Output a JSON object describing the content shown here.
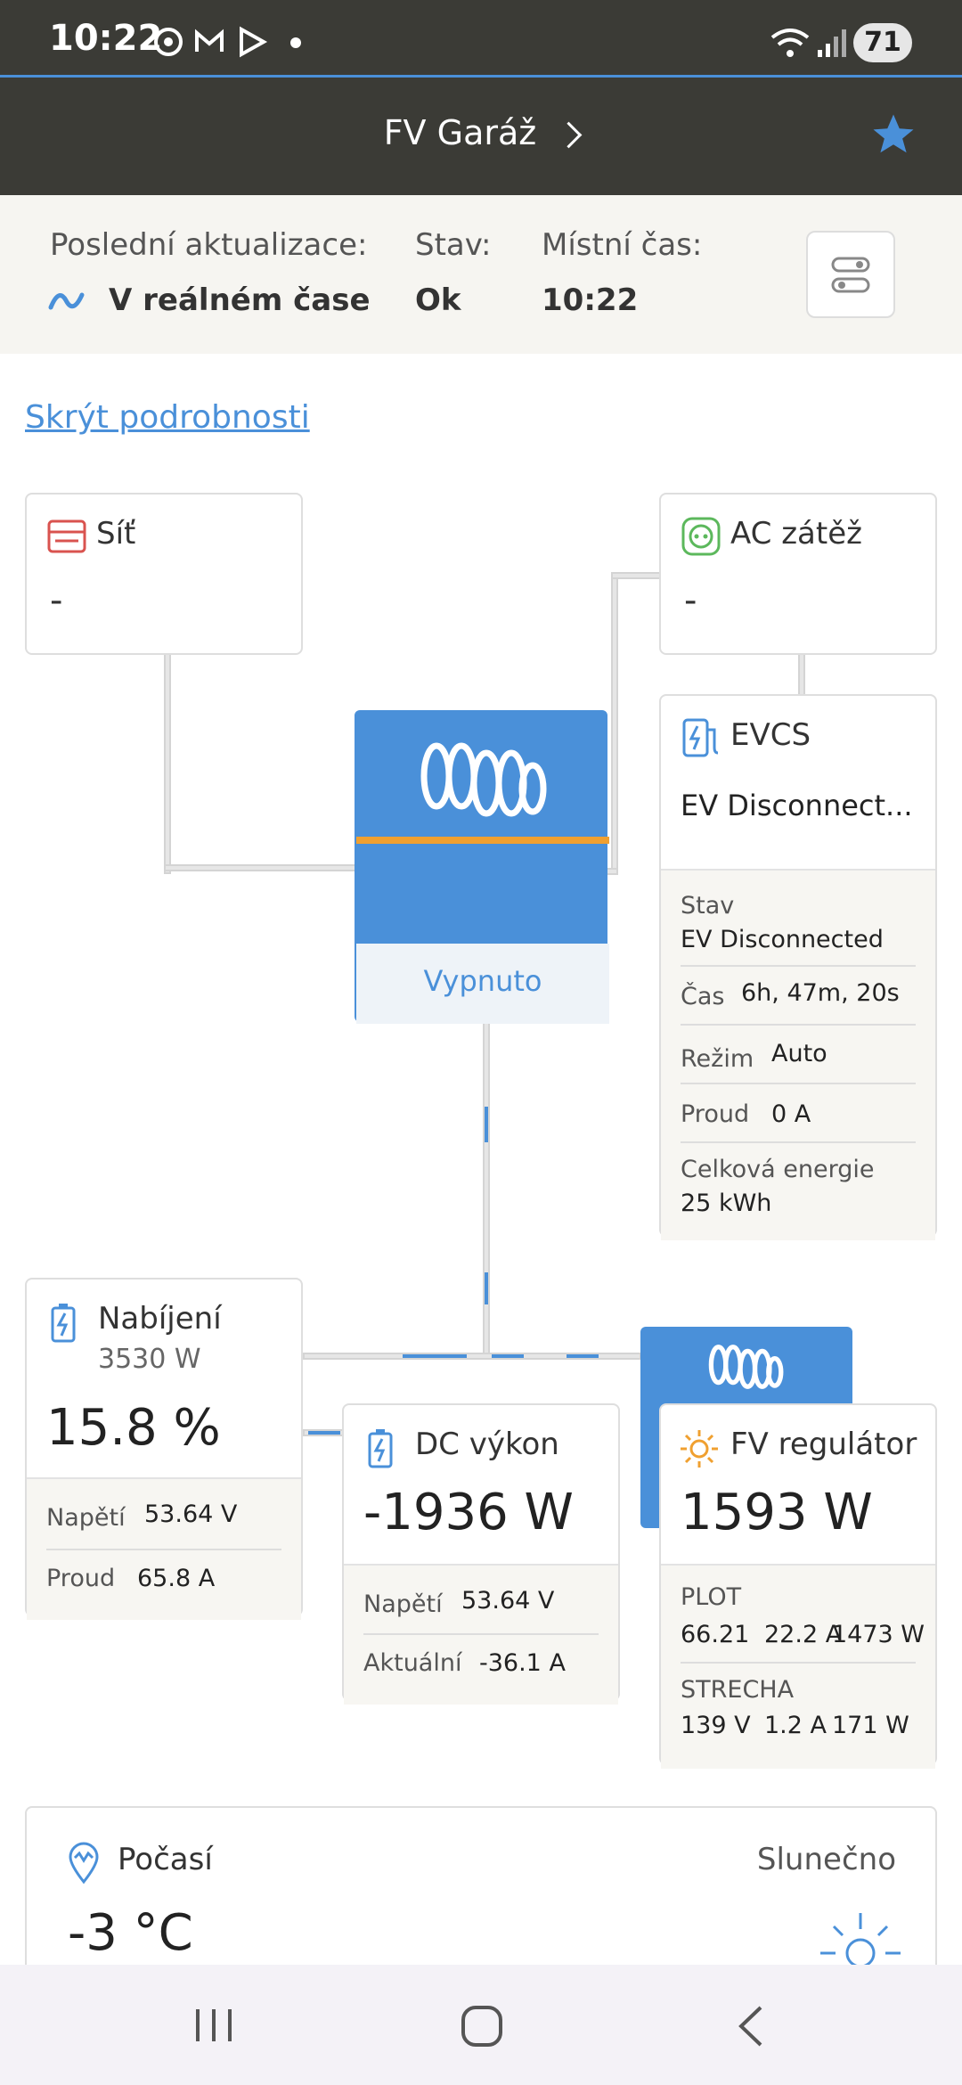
{
  "status_bar": {
    "time": "10:22",
    "battery": "71"
  },
  "header": {
    "title": "FV Garáž"
  },
  "info": {
    "last_update_label": "Poslední aktualizace:",
    "last_update_value": "V reálném čase",
    "state_label": "Stav:",
    "state_value": "Ok",
    "local_time_label": "Místní čas:",
    "local_time_value": "10:22"
  },
  "hide_details": "Skrýt podrobnosti",
  "grid": {
    "title": "Síť",
    "value": "-"
  },
  "ac_load": {
    "title": "AC zátěž",
    "value": "-"
  },
  "evcs": {
    "title": "EVCS",
    "status": "EV Disconnect...",
    "rows": [
      {
        "k": "Stav",
        "v": "EV Disconnected"
      },
      {
        "k": "Čas",
        "v": "6h, 47m, 20s"
      },
      {
        "k": "Režim",
        "v": "Auto"
      },
      {
        "k": "Proud",
        "v": "0 A"
      },
      {
        "k": "Celková energie",
        "v": "25 kWh"
      }
    ]
  },
  "inverter": {
    "status": "Vypnuto"
  },
  "battery": {
    "title": "Nabíjení",
    "power": "3530 W",
    "soc": "15.8 %",
    "voltage_label": "Napětí",
    "voltage": "53.64 V",
    "current_label": "Proud",
    "current": "65.8 A"
  },
  "dc_power": {
    "title": "DC výkon",
    "value": "-1936 W",
    "voltage_label": "Napětí",
    "voltage": "53.64 V",
    "current_label": "Aktuální",
    "current": "-36.1 A"
  },
  "pv_charger": {
    "title": "FV regulátor",
    "value": "1593 W",
    "strings": [
      {
        "name": "PLOT",
        "v": "66.21",
        "a": "22.2 A",
        "w": "1473 W"
      },
      {
        "name": "STRECHA",
        "v": "139 V",
        "a": "1.2 A",
        "w": "171 W"
      }
    ]
  },
  "weather": {
    "title": "Počasí",
    "condition": "Slunečno",
    "temp": "-3 °C"
  },
  "colors": {
    "accent": "#4a90d9",
    "header_bg": "#3b3b36",
    "orange": "#f0a030",
    "grid_red": "#d9534f",
    "ac_green": "#5cb85c"
  }
}
